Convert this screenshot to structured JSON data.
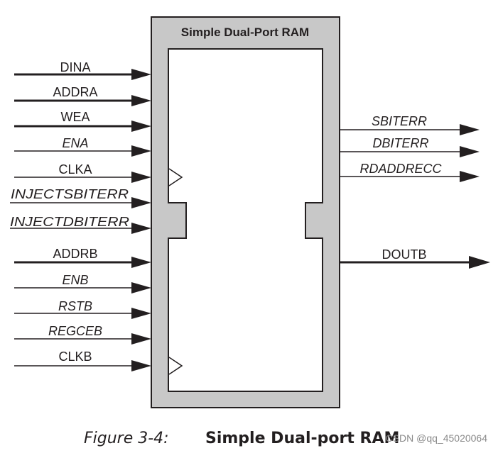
{
  "block": {
    "title": "Simple Dual-Port RAM"
  },
  "inputs": [
    {
      "label": "DINA",
      "italic": false
    },
    {
      "label": "ADDRA",
      "italic": false
    },
    {
      "label": "WEA",
      "italic": false
    },
    {
      "label": "ENA",
      "italic": true
    },
    {
      "label": "CLKA",
      "italic": false
    },
    {
      "label": "INJECTSBITERR",
      "italic": true
    },
    {
      "label": "INJECTDBITERR",
      "italic": true
    },
    {
      "label": "ADDRB",
      "italic": false
    },
    {
      "label": "ENB",
      "italic": true
    },
    {
      "label": "RSTB",
      "italic": true
    },
    {
      "label": "REGCEB",
      "italic": true
    },
    {
      "label": "CLKB",
      "italic": false
    }
  ],
  "outputs": [
    {
      "label": "SBITERR",
      "italic": true
    },
    {
      "label": "DBITERR",
      "italic": true
    },
    {
      "label": "RDADDRECC",
      "italic": true
    },
    {
      "label": "DOUTB",
      "italic": false
    }
  ],
  "caption": {
    "label": "Figure 3-4:",
    "text": "Simple Dual-port RAM"
  },
  "watermark": "CSDN @qq_45020064",
  "colors": {
    "block_fill": "#c8c8c8",
    "inner_fill": "#ffffff",
    "line": "#231f20"
  }
}
